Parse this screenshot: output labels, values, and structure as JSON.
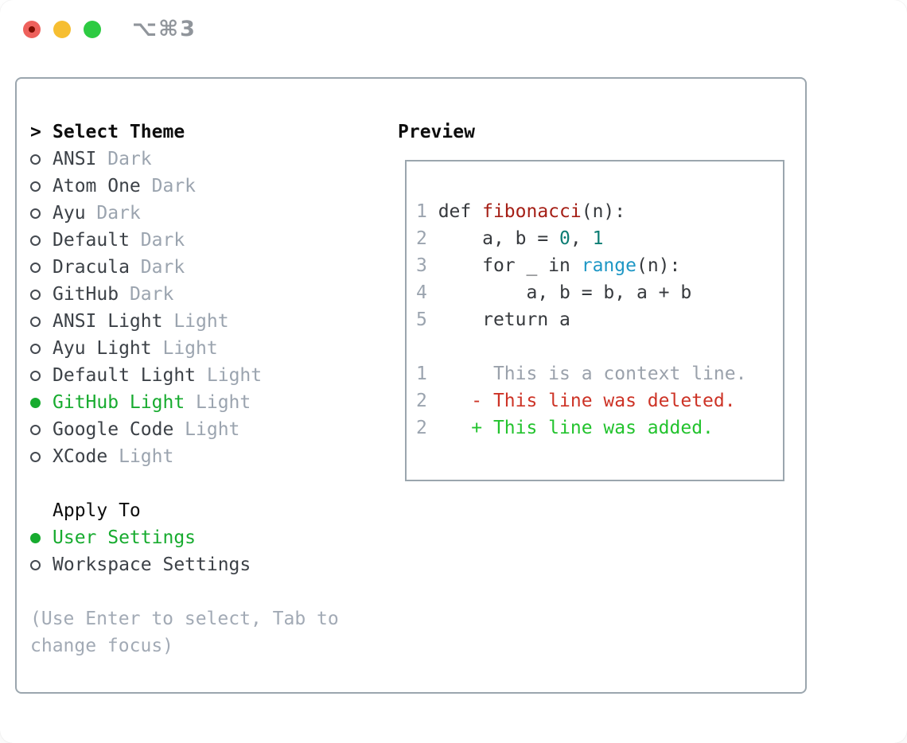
{
  "window": {
    "title": "⌥⌘3",
    "traffic_lights": [
      {
        "name": "close-button",
        "color": "#ee615c",
        "dot": "#7d0d00"
      },
      {
        "name": "minimize-button",
        "color": "#f6be31"
      },
      {
        "name": "zoom-button",
        "color": "#2dcb42"
      }
    ]
  },
  "theme_list": {
    "header_prefix": ">",
    "header": "Select Theme",
    "items": [
      {
        "name": "ANSI",
        "variant": "Dark",
        "selected": false
      },
      {
        "name": "Atom One",
        "variant": "Dark",
        "selected": false
      },
      {
        "name": "Ayu",
        "variant": "Dark",
        "selected": false
      },
      {
        "name": "Default",
        "variant": "Dark",
        "selected": false
      },
      {
        "name": "Dracula",
        "variant": "Dark",
        "selected": false
      },
      {
        "name": "GitHub",
        "variant": "Dark",
        "selected": false
      },
      {
        "name": "ANSI Light",
        "variant": "Light",
        "selected": false
      },
      {
        "name": "Ayu Light",
        "variant": "Light",
        "selected": false
      },
      {
        "name": "Default Light",
        "variant": "Light",
        "selected": false
      },
      {
        "name": "GitHub Light",
        "variant": "Light",
        "selected": true
      },
      {
        "name": "Google Code",
        "variant": "Light",
        "selected": false
      },
      {
        "name": "XCode",
        "variant": "Light",
        "selected": false
      }
    ]
  },
  "apply_to": {
    "header": "Apply To",
    "options": [
      {
        "label": "User Settings",
        "selected": true
      },
      {
        "label": "Workspace Settings",
        "selected": false
      }
    ]
  },
  "help": {
    "line1": "(Use Enter to select, Tab to",
    "line2": "change focus)"
  },
  "preview": {
    "header": "Preview",
    "lines": [
      {
        "segs": [
          {
            "t": "1 ",
            "c": "lineno"
          },
          {
            "t": "def ",
            "c": "code"
          },
          {
            "t": "fibonacci",
            "c": "func"
          },
          {
            "t": "(n):",
            "c": "code"
          }
        ]
      },
      {
        "segs": [
          {
            "t": "2",
            "c": "lineno"
          },
          {
            "t": "     a, b = ",
            "c": "code"
          },
          {
            "t": "0",
            "c": "number"
          },
          {
            "t": ", ",
            "c": "code"
          },
          {
            "t": "1",
            "c": "number"
          }
        ]
      },
      {
        "segs": [
          {
            "t": "3",
            "c": "lineno"
          },
          {
            "t": "     for _ in ",
            "c": "code"
          },
          {
            "t": "range",
            "c": "builtin"
          },
          {
            "t": "(n):",
            "c": "code"
          }
        ]
      },
      {
        "segs": [
          {
            "t": "4",
            "c": "lineno"
          },
          {
            "t": "         a, b = b, a + b",
            "c": "code"
          }
        ]
      },
      {
        "segs": [
          {
            "t": "5",
            "c": "lineno"
          },
          {
            "t": "     return a",
            "c": "code"
          }
        ]
      },
      {
        "segs": []
      },
      {
        "segs": [
          {
            "t": "1",
            "c": "lineno"
          },
          {
            "t": "      This is a context line.",
            "c": "context"
          }
        ]
      },
      {
        "segs": [
          {
            "t": "2",
            "c": "lineno"
          },
          {
            "t": "    - This line was deleted.",
            "c": "deleted"
          }
        ]
      },
      {
        "segs": [
          {
            "t": "2",
            "c": "lineno"
          },
          {
            "t": "    + This line was added.",
            "c": "added"
          }
        ]
      }
    ]
  },
  "colors": {
    "accent_green": "#17ab2f",
    "item_name": "#3c4147",
    "muted_gray": "#9ba4af",
    "header_black": "#0d0d0d",
    "panel_border": "#9ba6ae",
    "code": "#36393d",
    "func": "#a51f16",
    "number": "#0d7d74",
    "builtin": "#1e97c5",
    "lineno": "#9ba4af",
    "context": "#9aa1ab",
    "deleted": "#cd3326",
    "added": "#23c32e",
    "title_gray": "#90959b"
  }
}
